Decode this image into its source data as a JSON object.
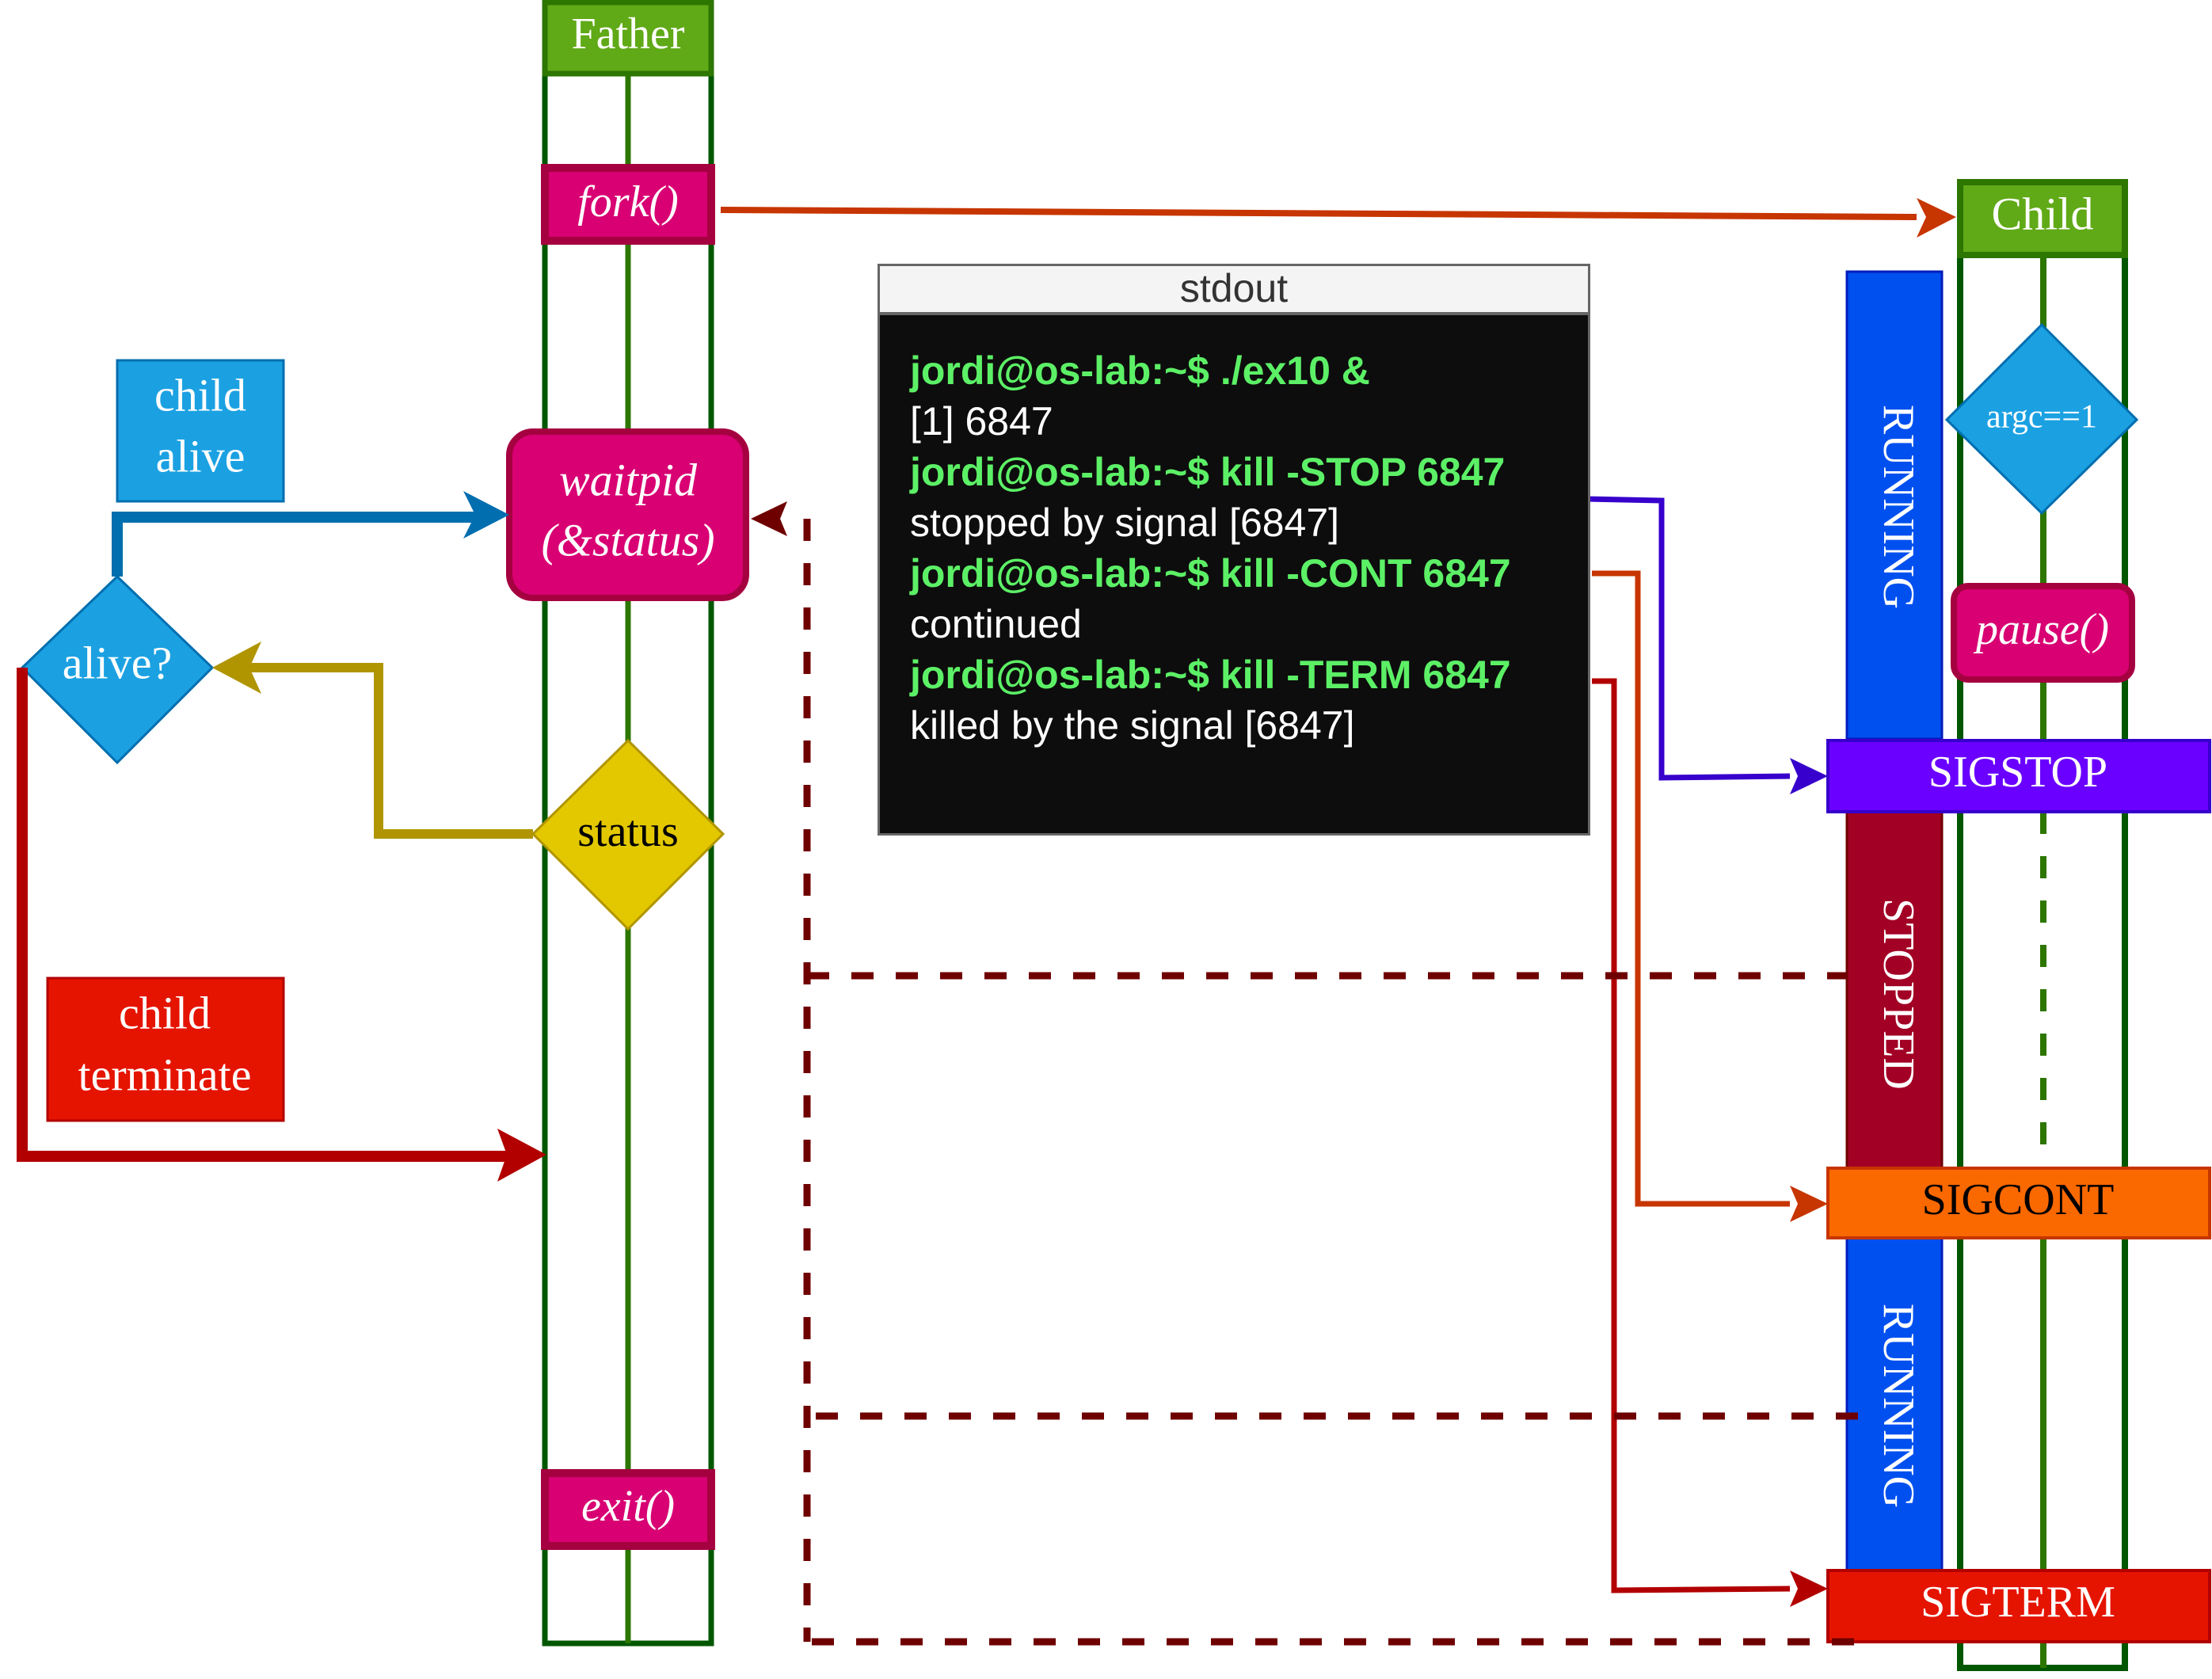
{
  "father": {
    "title": "Father",
    "fork_label": "fork()",
    "waitpid_label_line1": "waitpid",
    "waitpid_label_line2": "(&status)",
    "status_label": "status",
    "exit_label": "exit()"
  },
  "decisions": {
    "alive_label": "alive?",
    "child_alive_line1": "child",
    "child_alive_line2": "alive",
    "child_terminate_line1": "child",
    "child_terminate_line2": "terminate"
  },
  "child": {
    "title": "Child",
    "argc_label": "argc==1",
    "pause_label": "pause()"
  },
  "states": [
    {
      "label": "RUNNING",
      "color": "#0050ef"
    },
    {
      "label": "STOPPED",
      "color": "#a20025"
    },
    {
      "label": "RUNNING",
      "color": "#0050ef"
    }
  ],
  "signals": [
    {
      "label": "SIGSTOP",
      "color": "#6a00ff",
      "text_color": "#ffffff"
    },
    {
      "label": "SIGCONT",
      "color": "#fa6800",
      "text_color": "#000000"
    },
    {
      "label": "SIGTERM",
      "color": "#e51400",
      "text_color": "#ffffff"
    }
  ],
  "terminal": {
    "title": "stdout",
    "lines": [
      {
        "text": "jordi@os-lab:~$ ./ex10 &",
        "kind": "cmd"
      },
      {
        "text": "[1] 6847",
        "kind": "out"
      },
      {
        "text": "jordi@os-lab:~$ kill -STOP 6847",
        "kind": "cmd"
      },
      {
        "text": "stopped by signal [6847]",
        "kind": "out"
      },
      {
        "text": "jordi@os-lab:~$ kill -CONT 6847",
        "kind": "cmd"
      },
      {
        "text": "continued",
        "kind": "out"
      },
      {
        "text": "jordi@os-lab:~$ kill -TERM 6847",
        "kind": "cmd"
      },
      {
        "text": "killed by the signal [6847]",
        "kind": "out"
      }
    ]
  },
  "colors": {
    "lifeline_outer": "#005700",
    "lifeline_inner": "#2d7600",
    "header_green": "#60a917",
    "magenta": "#d80073",
    "magenta_border": "#a50040",
    "blue_decision": "#1ba1e2",
    "blue_arrow": "#006eaf",
    "gold": "#e3c800",
    "gold_arrow": "#b09500",
    "red_arrow": "#b20000",
    "fork_arrow": "#c73500",
    "stop_arrow": "#3700cc",
    "dashed": "#6f0000"
  }
}
